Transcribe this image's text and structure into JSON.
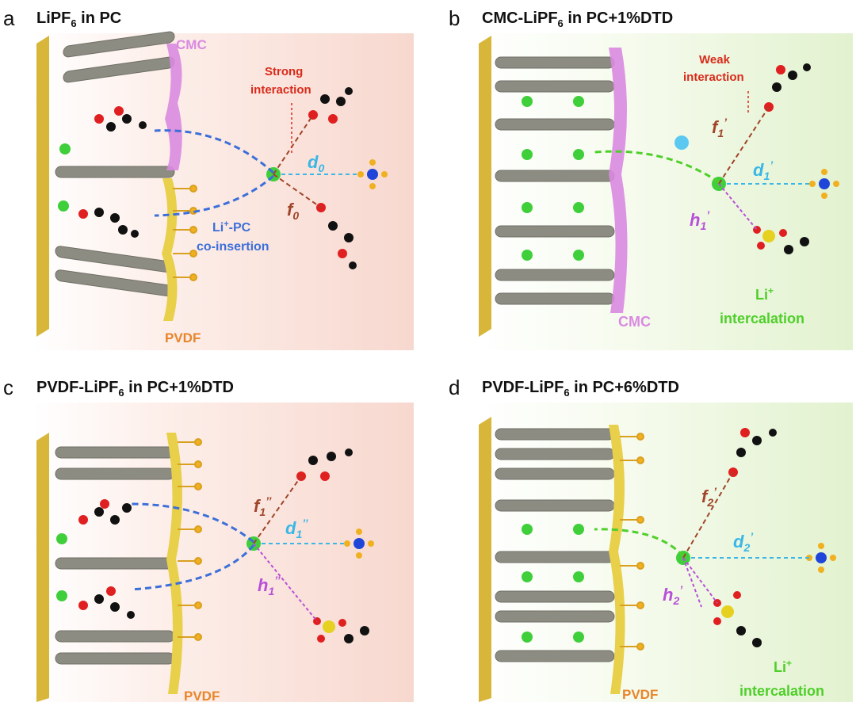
{
  "panels": {
    "a": {
      "letter": "a",
      "title": "LiPF",
      "title_sub": "6",
      "title_rest": " in PC",
      "cmc": "CMC",
      "pvdf": "PVDF",
      "strong_1": "Strong",
      "strong_2": "interaction",
      "d": "d",
      "d_sub": "0",
      "f": "f",
      "f_sub": "0",
      "li_pc_1": "Li",
      "li_pc_sup": "+",
      "li_pc_2": "-PC",
      "co_insertion": "co-insertion"
    },
    "b": {
      "letter": "b",
      "title": "CMC-LiPF",
      "title_sub": "6",
      "title_rest": " in PC+1%DTD",
      "weak_1": "Weak",
      "weak_2": "interaction",
      "f": "f",
      "f_sub": "1",
      "f_prime": "’",
      "d": "d",
      "d_sub": "1",
      "d_prime": "’",
      "h": "h",
      "h_sub": "1",
      "h_prime": "’",
      "cmc": "CMC",
      "li": "Li",
      "li_sup": "+",
      "intercalation": "intercalation"
    },
    "c": {
      "letter": "c",
      "title": "PVDF-LiPF",
      "title_sub": "6",
      "title_rest": " in PC+1%DTD",
      "f": "f",
      "f_sub": "1",
      "f_prime": "’’",
      "d": "d",
      "d_sub": "1",
      "d_prime": "’’",
      "h": "h",
      "h_sub": "1",
      "h_prime": "’’",
      "pvdf": "PVDF"
    },
    "d": {
      "letter": "d",
      "title": "PVDF-LiPF",
      "title_sub": "6",
      "title_rest": " in PC+6%DTD",
      "f": "f",
      "f_sub": "2",
      "f_prime": "’",
      "d": "d",
      "d_sub": "2",
      "d_prime": "’",
      "h": "h",
      "h_sub": "2",
      "h_prime": "’",
      "pvdf": "PVDF",
      "li": "Li",
      "li_sup": "+",
      "intercalation": "intercalation"
    }
  },
  "colors": {
    "graphite": "#8a8a80",
    "current_collector": "#d8b63a",
    "cmc": "#d98ae0",
    "pvdf": "#e8d04a",
    "li": "#3fcf3a",
    "red_text": "#d92a1a",
    "blue_arrow": "#3c6fd9",
    "cyan": "#3ab7e6",
    "orange_text": "#e8852a",
    "purple": "#b84fd9",
    "green_text": "#4fcf2a",
    "brown": "#a0452a"
  }
}
